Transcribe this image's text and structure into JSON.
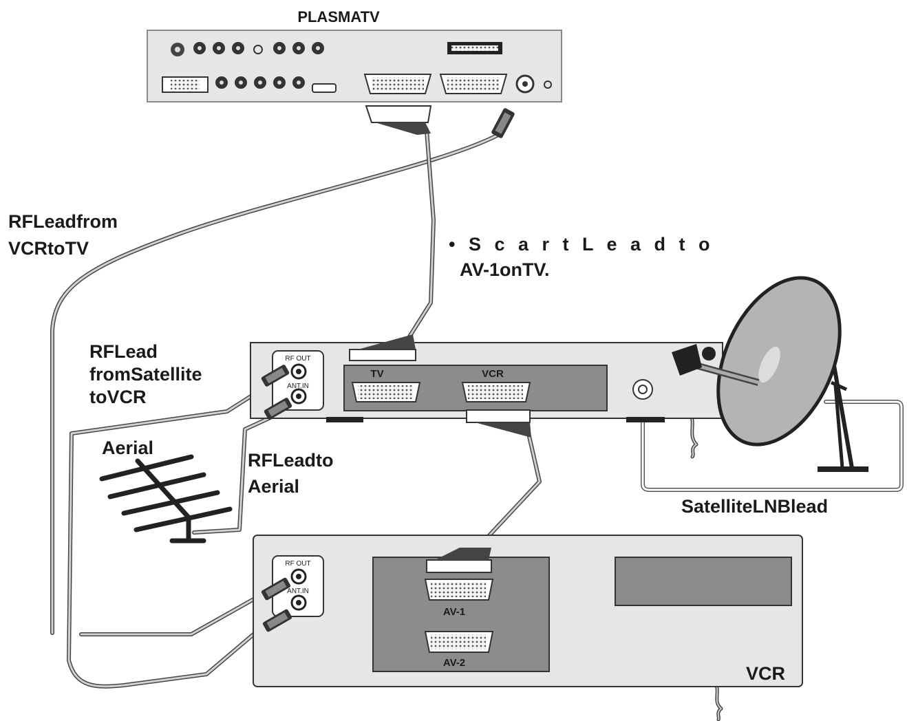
{
  "labels": {
    "plasma_tv": "PLASMATV",
    "rf_lead_vcr_tv_line1": "RFLeadfrom",
    "rf_lead_vcr_tv_line2": "VCRtoTV",
    "scart_lead_line1": "• S c a r t L e a d t o",
    "scart_lead_line2": "AV-1onTV.",
    "rf_lead_sat_line1": "RFLead",
    "rf_lead_sat_line2": "fromSatellite",
    "rf_lead_sat_line3": "toVCR",
    "aerial": "Aerial",
    "rf_lead_aerial_line1": "RFLeadto",
    "rf_lead_aerial_line2": "Aerial",
    "satellite_lnb_lead": "SatelliteLNBlead",
    "vcr": "VCR"
  },
  "satellite_box": {
    "rf_out": "RF OUT",
    "ant_in": "ANT.IN",
    "scart_tv": "TV",
    "scart_vcr": "VCR"
  },
  "vcr_box": {
    "rf_out": "RF OUT",
    "ant_in": "ANT.IN",
    "scart_av1": "AV-1",
    "scart_av2": "AV-2"
  },
  "colors": {
    "panel_fill": "#e4e4e4",
    "panel_dark": "#8c8c8c",
    "outline": "#333333",
    "cable": "#b4b4b4",
    "cable_light": "#dcdcdc"
  }
}
